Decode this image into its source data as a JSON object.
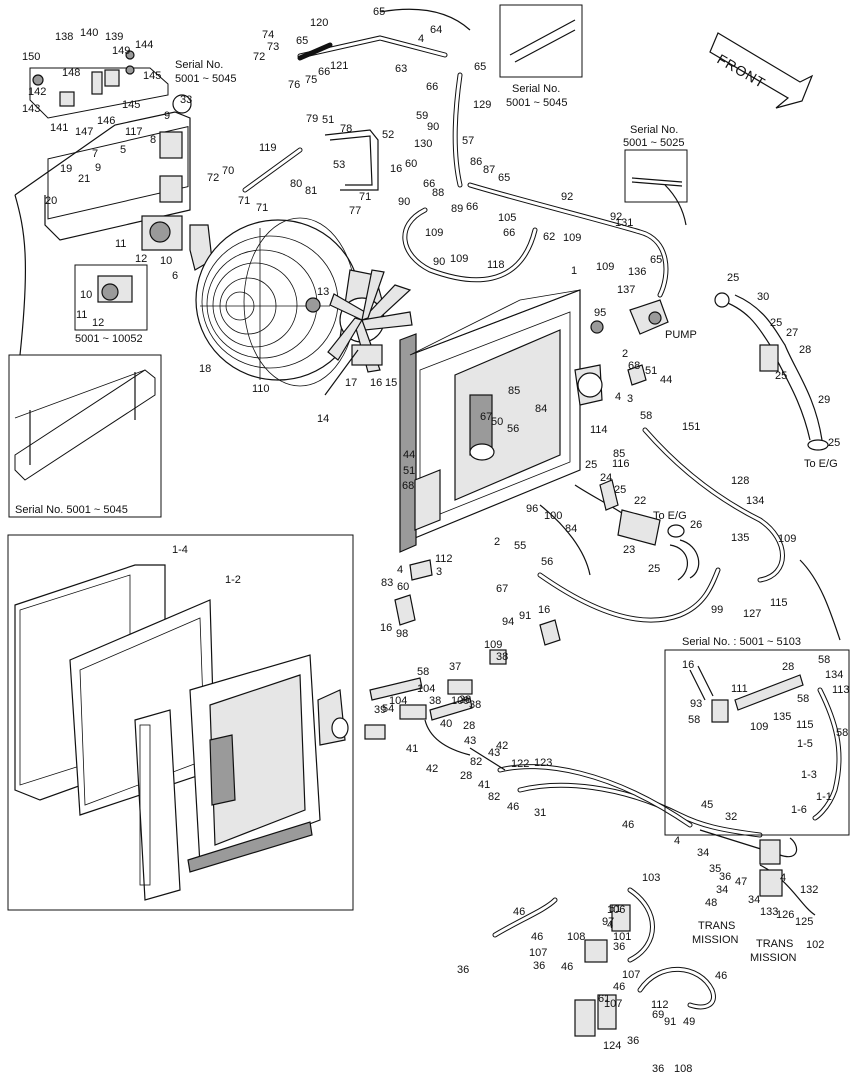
{
  "callouts": [
    "150",
    "138",
    "140",
    "139",
    "149",
    "144",
    "145",
    "142",
    "148",
    "143",
    "141",
    "147",
    "146",
    "145",
    "33",
    "117",
    "9",
    "8",
    "5",
    "7",
    "9",
    "19",
    "21",
    "20",
    "74",
    "73",
    "65",
    "72",
    "76",
    "75",
    "66",
    "121",
    "120",
    "65",
    "64",
    "4",
    "63",
    "66",
    "65",
    "59",
    "129",
    "57",
    "130",
    "90",
    "86",
    "65",
    "87",
    "66",
    "88",
    "89",
    "66",
    "79",
    "51",
    "78",
    "52",
    "53",
    "16",
    "60",
    "71",
    "77",
    "119",
    "72",
    "70",
    "80",
    "81",
    "71",
    "71",
    "11",
    "12",
    "6",
    "10",
    "10",
    "11",
    "12",
    "18",
    "110",
    "13",
    "17",
    "16",
    "15",
    "14",
    "90",
    "109",
    "66",
    "105",
    "62",
    "109",
    "92",
    "92",
    "109",
    "90",
    "109",
    "118",
    "131",
    "65",
    "136",
    "137",
    "95",
    "1",
    "25",
    "30",
    "25",
    "27",
    "28",
    "25",
    "29",
    "25",
    "2",
    "68",
    "51",
    "44",
    "4",
    "3",
    "85",
    "84",
    "67",
    "50",
    "56",
    "114",
    "58",
    "85",
    "116",
    "151",
    "44",
    "51",
    "68",
    "25",
    "24",
    "25",
    "22",
    "96",
    "100",
    "84",
    "23",
    "26",
    "25",
    "128",
    "134",
    "135",
    "109",
    "112",
    "3",
    "4",
    "2",
    "55",
    "67",
    "56",
    "83",
    "60",
    "16",
    "98",
    "94",
    "91",
    "16",
    "99",
    "127",
    "115",
    "58",
    "104",
    "109",
    "38",
    "37",
    "38",
    "38",
    "54",
    "39",
    "104",
    "109",
    "38",
    "40",
    "28",
    "41",
    "42",
    "43",
    "28",
    "41",
    "42",
    "43",
    "82",
    "82",
    "122",
    "123",
    "46",
    "31",
    "46",
    "45",
    "32",
    "4",
    "34",
    "35",
    "36",
    "47",
    "34",
    "48",
    "34",
    "4",
    "132",
    "133",
    "126",
    "125",
    "102",
    "103",
    "46",
    "106",
    "97",
    "51",
    "4",
    "101",
    "36",
    "108",
    "46",
    "107",
    "46",
    "36",
    "107",
    "36",
    "46",
    "107",
    "36",
    "61",
    "69",
    "124",
    "36",
    "108",
    "46",
    "112",
    "91",
    "49",
    "16",
    "58",
    "28",
    "134",
    "58",
    "111",
    "93",
    "58",
    "135",
    "109",
    "113",
    "115",
    "58",
    "1-5",
    "1-3",
    "1-6",
    "1-1",
    "1-4",
    "1-2"
  ],
  "labels": {
    "serial_5045_a": "Serial No.",
    "serial_5045_a2": "5001 ~ 5045",
    "serial_5045_b": "Serial No.",
    "serial_5045_b2": "5001 ~ 5045",
    "serial_5025": "Serial No.",
    "serial_5025_2": "5001 ~ 5025",
    "serial_10052": "5001 ~ 10052",
    "serial_box": "Serial No. 5001 ~ 5045",
    "serial_5103": "Serial No. : 5001 ~ 5103",
    "pump": "PUMP",
    "to_eg_1": "To E/G",
    "to_eg_2": "To E/G",
    "trans_1a": "TRANS",
    "trans_1b": "MISSION",
    "trans_2a": "TRANS",
    "trans_2b": "MISSION",
    "front": "FRONT"
  },
  "colors": {
    "line": "#111111",
    "fill_light": "#e6e6e6",
    "fill_dark": "#9a9a9a"
  }
}
